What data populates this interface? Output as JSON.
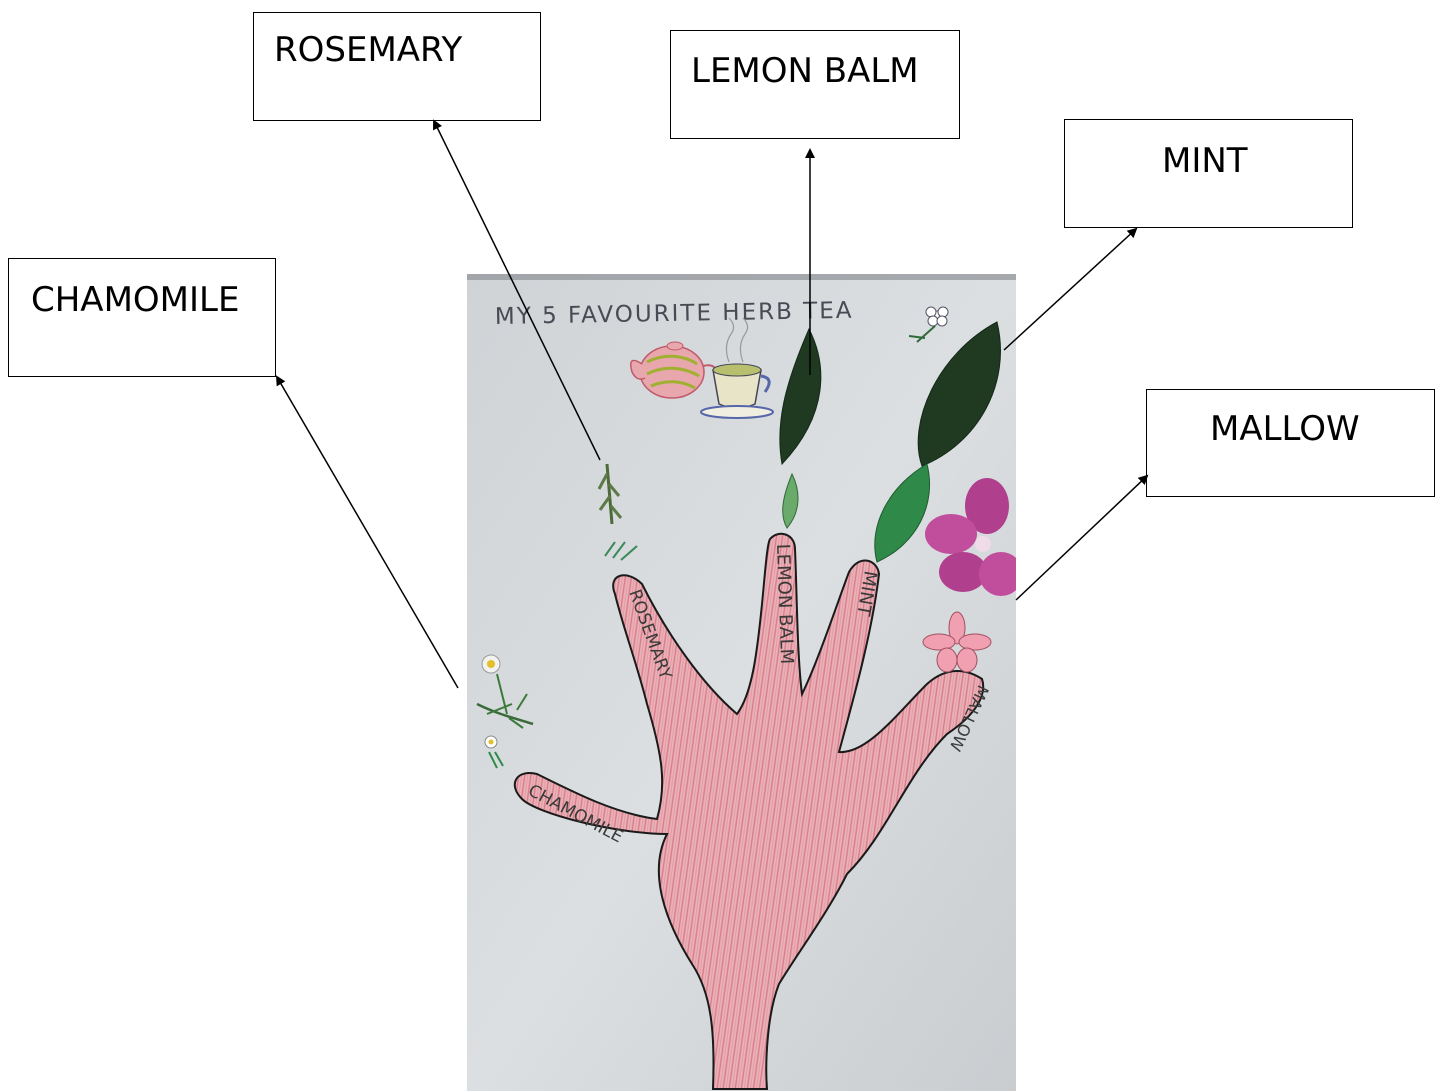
{
  "labels": {
    "rosemary": "ROSEMARY",
    "lemon_balm": "LEMON BALM",
    "mint": "MINT",
    "chamomile": "CHAMOMILE",
    "mallow": "MALLOW"
  },
  "drawing": {
    "title": "MY 5 FAVOURITE HERB TEA",
    "finger_labels": {
      "chamomile": "CHAMOMILE",
      "rosemary": "ROSEMARY",
      "lemon_balm": "LEMON BALM",
      "mint": "MINT",
      "mallow": "MALLOW"
    }
  },
  "colors": {
    "hand_fill": "#d98a93",
    "paper": "#d9dcde",
    "leaf_dark": "#1f3a20",
    "leaf_light": "#2f8a4a",
    "mallow_flower": "#b0408e"
  }
}
